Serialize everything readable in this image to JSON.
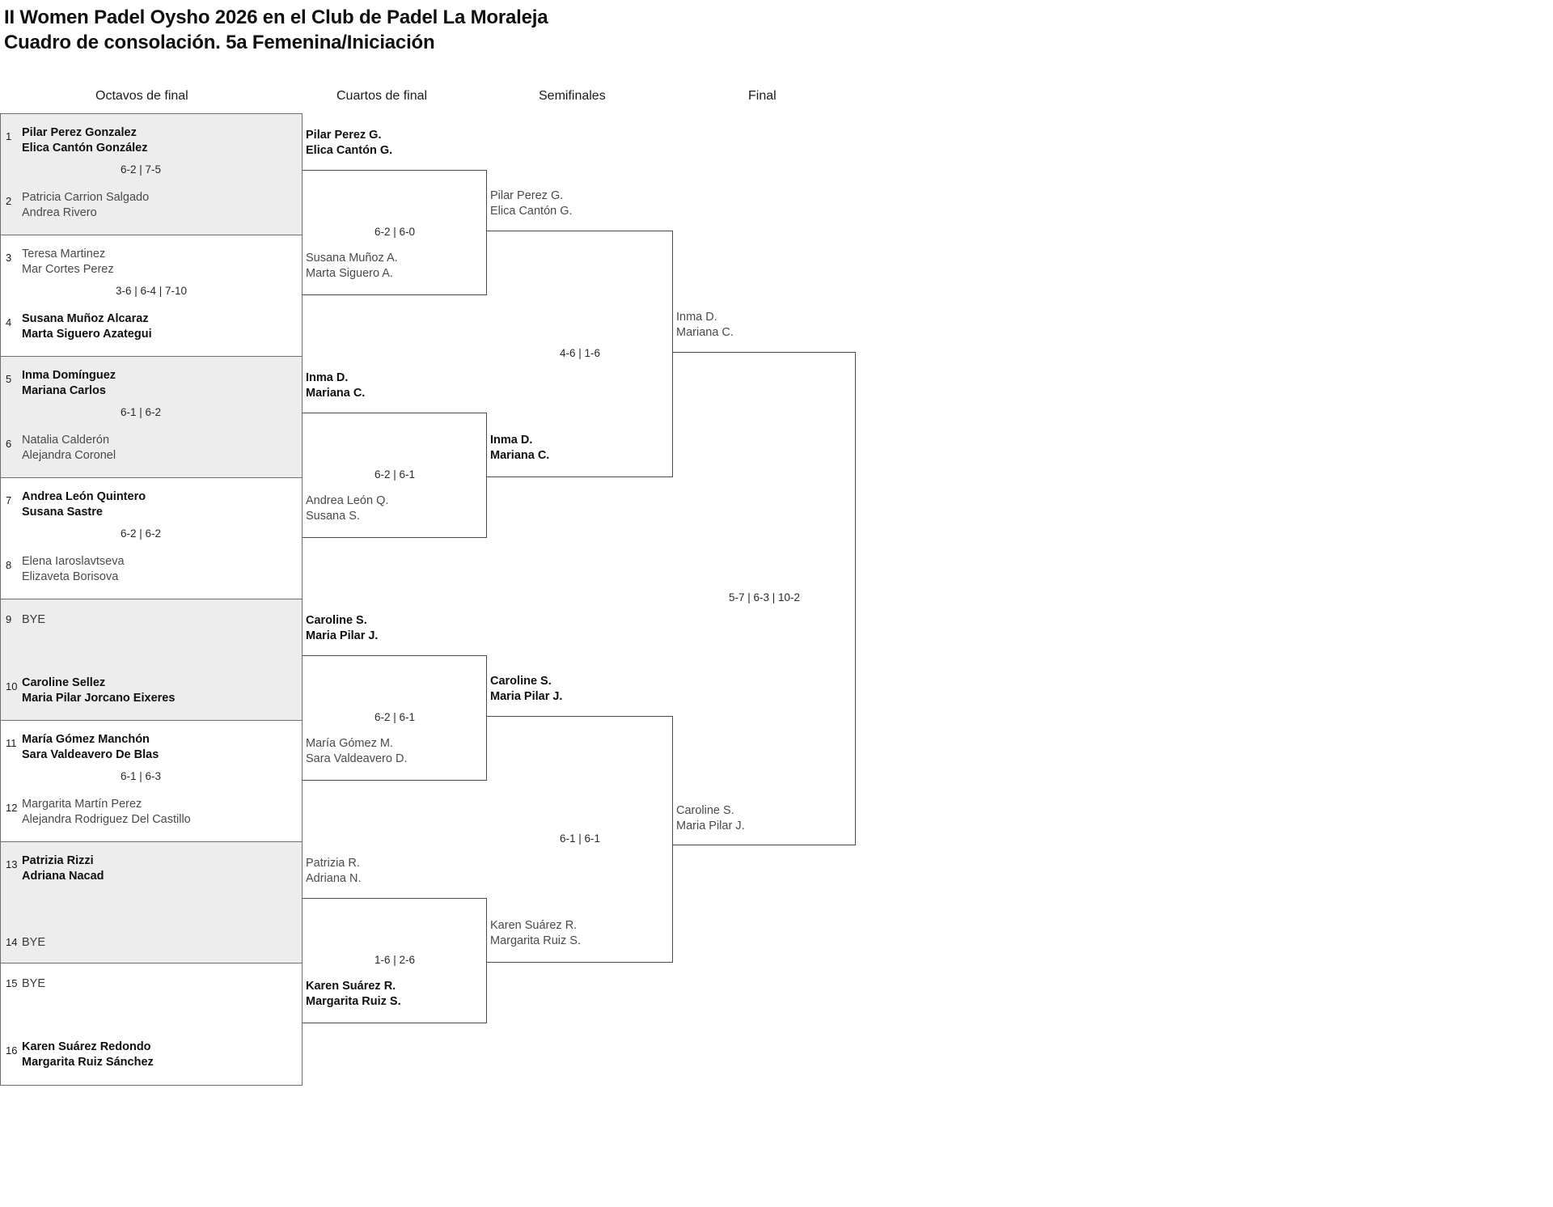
{
  "title": {
    "line1": "II Women Padel Oysho 2026 en el Club de Padel La Moraleja",
    "line2": "Cuadro de consolación. 5a Femenina/Iniciación"
  },
  "round_headers": [
    {
      "label": "Octavos de final"
    },
    {
      "label": "Cuartos de final"
    },
    {
      "label": "Semifinales"
    },
    {
      "label": "Final"
    }
  ],
  "bracket": {
    "round1": [
      {
        "score": "6-2 | 7-5",
        "top": {
          "seed": "1",
          "p1": "Pilar Perez Gonzalez",
          "p2": "Elica Cantón González",
          "winner": true
        },
        "bottom": {
          "seed": "2",
          "p1": "Patricia Carrion Salgado",
          "p2": "Andrea Rivero",
          "winner": false
        }
      },
      {
        "score": "3-6 | 6-4 | 7-10",
        "top": {
          "seed": "3",
          "p1": "Teresa Martinez",
          "p2": "Mar Cortes Perez",
          "winner": false
        },
        "bottom": {
          "seed": "4",
          "p1": "Susana Muñoz Alcaraz",
          "p2": "Marta Siguero Azategui",
          "winner": true
        }
      },
      {
        "score": "6-1 | 6-2",
        "top": {
          "seed": "5",
          "p1": "Inma Domínguez",
          "p2": "Mariana Carlos",
          "winner": true
        },
        "bottom": {
          "seed": "6",
          "p1": "Natalia Calderón",
          "p2": "Alejandra Coronel",
          "winner": false
        }
      },
      {
        "score": "6-2 | 6-2",
        "top": {
          "seed": "7",
          "p1": "Andrea León Quintero",
          "p2": "Susana Sastre",
          "winner": true
        },
        "bottom": {
          "seed": "8",
          "p1": "Elena Iaroslavtseva",
          "p2": "Elizaveta Borisova",
          "winner": false
        }
      },
      {
        "score": "",
        "top": {
          "seed": "9",
          "p1": "BYE",
          "p2": "",
          "winner": false,
          "bye": true
        },
        "bottom": {
          "seed": "10",
          "p1": "Caroline Sellez",
          "p2": "Maria Pilar Jorcano Eixeres",
          "winner": true
        }
      },
      {
        "score": "6-1 | 6-3",
        "top": {
          "seed": "11",
          "p1": "María Gómez Manchón",
          "p2": "Sara Valdeavero De Blas",
          "winner": true
        },
        "bottom": {
          "seed": "12",
          "p1": "Margarita Martín Perez",
          "p2": "Alejandra Rodriguez Del Castillo",
          "winner": false
        }
      },
      {
        "score": "",
        "top": {
          "seed": "13",
          "p1": "Patrizia Rizzi",
          "p2": "Adriana Nacad",
          "winner": true
        },
        "bottom": {
          "seed": "14",
          "p1": "BYE",
          "p2": "",
          "winner": false,
          "bye": true
        }
      },
      {
        "score": "",
        "top": {
          "seed": "15",
          "p1": "BYE",
          "p2": "",
          "winner": false,
          "bye": true
        },
        "bottom": {
          "seed": "16",
          "p1": "Karen Suárez Redondo",
          "p2": "Margarita Ruiz Sánchez",
          "winner": true
        }
      }
    ],
    "quarters": [
      {
        "score": "6-2 | 6-0",
        "top": {
          "p1": "Pilar Perez G.",
          "p2": "Elica Cantón G.",
          "winner": true
        },
        "bottom": {
          "p1": "Susana Muñoz A.",
          "p2": "Marta Siguero A.",
          "winner": false
        }
      },
      {
        "score": "6-2 | 6-1",
        "top": {
          "p1": "Inma D.",
          "p2": "Mariana C.",
          "winner": true
        },
        "bottom": {
          "p1": "Andrea León Q.",
          "p2": "Susana S.",
          "winner": false
        }
      },
      {
        "score": "6-2 | 6-1",
        "top": {
          "p1": "Caroline S.",
          "p2": "Maria Pilar J.",
          "winner": true
        },
        "bottom": {
          "p1": "María Gómez M.",
          "p2": "Sara Valdeavero D.",
          "winner": false
        }
      },
      {
        "score": "1-6 | 2-6",
        "top": {
          "p1": "Patrizia R.",
          "p2": "Adriana N.",
          "winner": false
        },
        "bottom": {
          "p1": "Karen Suárez R.",
          "p2": "Margarita Ruiz S.",
          "winner": true
        }
      }
    ],
    "semis": [
      {
        "score": "4-6 | 1-6",
        "top": {
          "p1": "Pilar Perez G.",
          "p2": "Elica Cantón G.",
          "winner": false
        },
        "bottom": {
          "p1": "Inma D.",
          "p2": "Mariana C.",
          "winner": true
        }
      },
      {
        "score": "6-1 | 6-1",
        "top": {
          "p1": "Caroline S.",
          "p2": "Maria Pilar J.",
          "winner": true
        },
        "bottom": {
          "p1": "Karen Suárez R.",
          "p2": "Margarita Ruiz S.",
          "winner": false
        }
      }
    ],
    "final": {
      "score": "5-7 | 6-3 | 10-2",
      "top": {
        "p1": "Inma D.",
        "p2": "Mariana C.",
        "winner": false
      },
      "bottom": {
        "p1": "Caroline S.",
        "p2": "Maria Pilar J.",
        "winner": false
      }
    }
  }
}
